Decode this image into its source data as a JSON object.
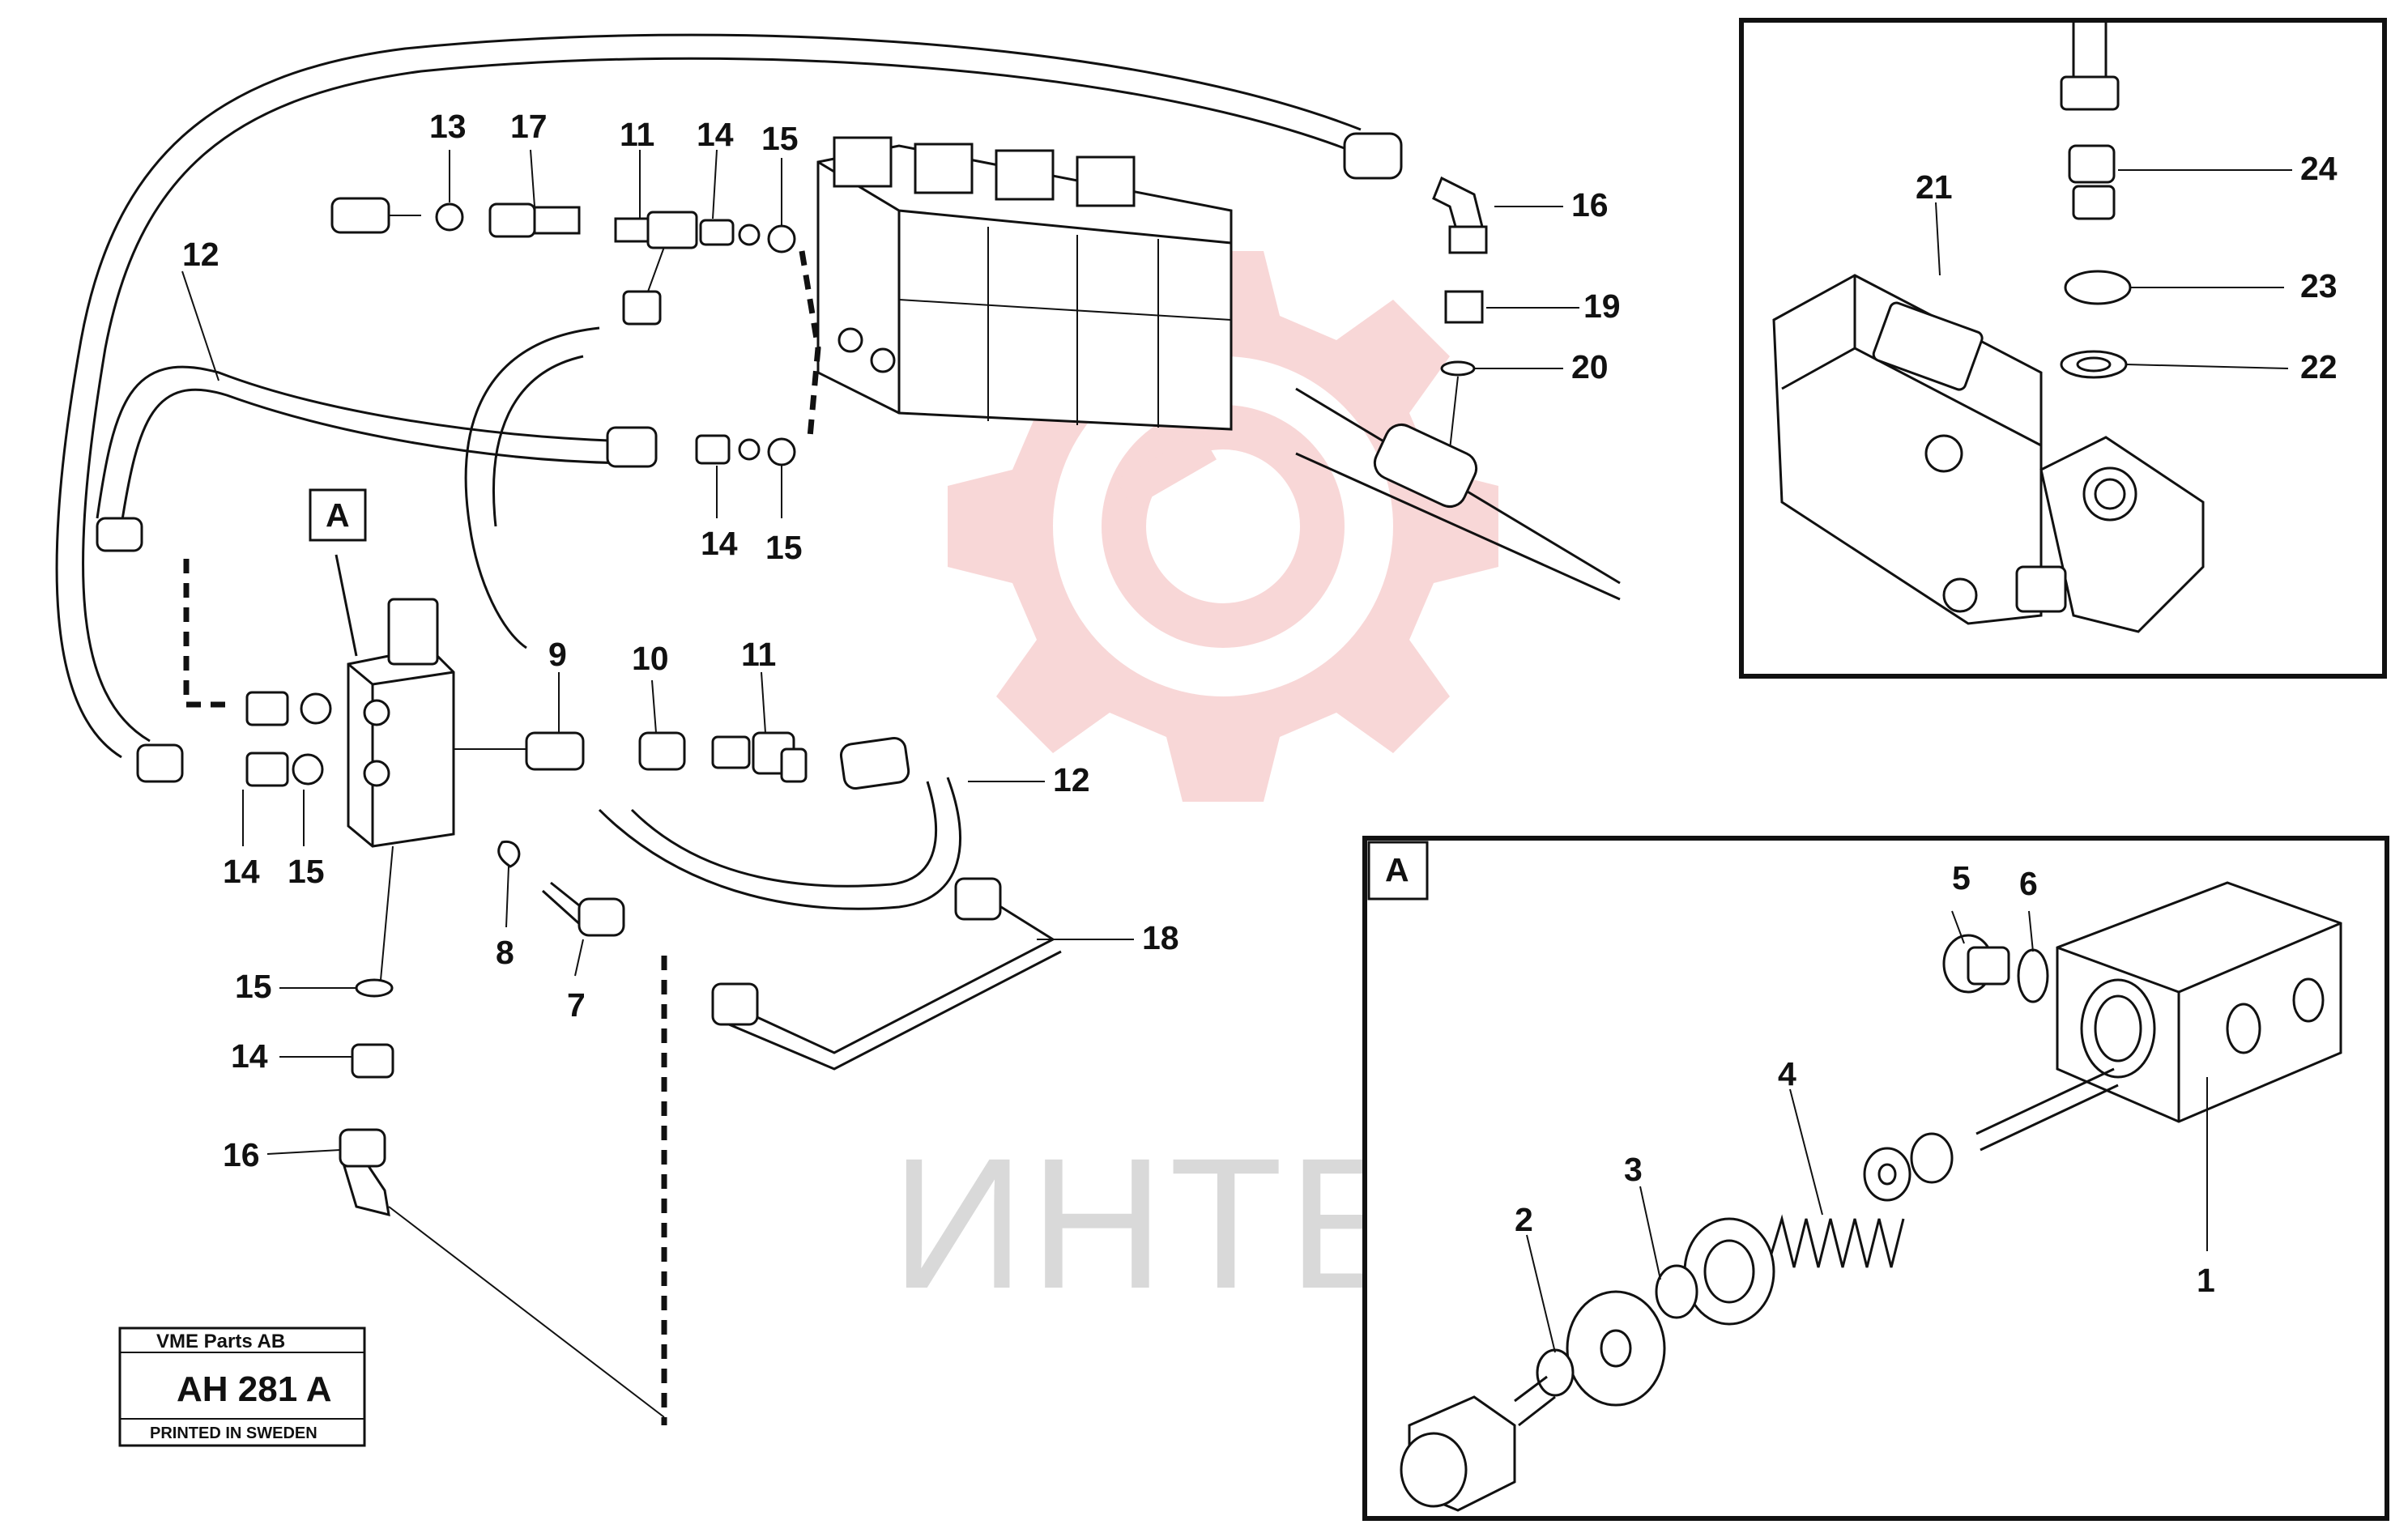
{
  "watermark": {
    "text": "ИНТЕХ",
    "color": "#f3b7b7"
  },
  "main_labels": {
    "l13": "13",
    "l17": "17",
    "l11a": "11",
    "l14a": "14",
    "l15a": "15",
    "l16a": "16",
    "l12a": "12",
    "l19": "19",
    "l20": "20",
    "l14b": "14",
    "l15b": "15",
    "lA": "A",
    "l9": "9",
    "l10": "10",
    "l11b": "11",
    "l12b": "12",
    "l14c": "14",
    "l15c": "15",
    "l8": "8",
    "l7": "7",
    "l18": "18",
    "l15d": "15",
    "l14d": "14",
    "l16b": "16"
  },
  "inset_top": {
    "l21": "21",
    "l24": "24",
    "l23": "23",
    "l22": "22"
  },
  "inset_a": {
    "title": "A",
    "l1": "1",
    "l2": "2",
    "l3": "3",
    "l4": "4",
    "l5": "5",
    "l6": "6"
  },
  "stamp": {
    "company": "VME Parts AB",
    "code": "AH 281  A",
    "printed": "PRINTED IN SWEDEN"
  }
}
